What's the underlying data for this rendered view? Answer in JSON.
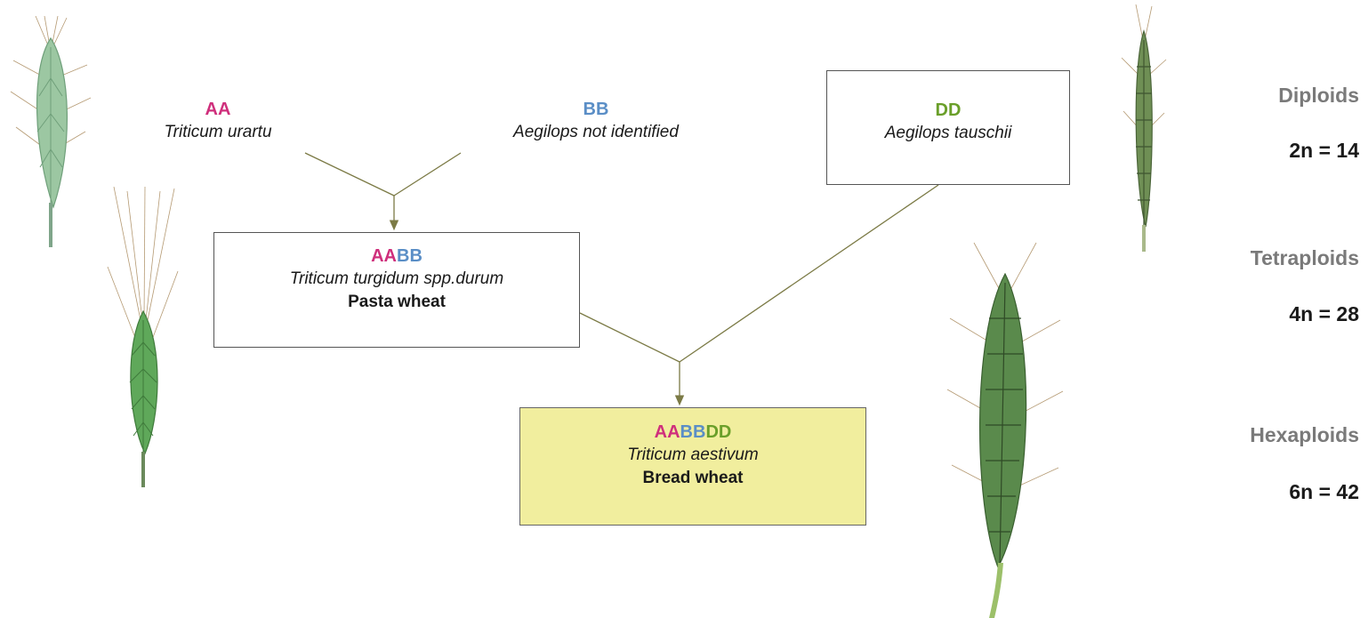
{
  "colors": {
    "genome_a": "#cf2f7c",
    "genome_b": "#5a8ec6",
    "genome_d": "#6a9f2a",
    "arrow": "#7b7a45",
    "final_box_fill": "#f1ee9e",
    "ploidy_label": "#7a7a7a"
  },
  "parents": {
    "urartu": {
      "genome": "AA",
      "species": "Triticum urartu"
    },
    "aegilops_b": {
      "genome": "BB",
      "species": "Aegilops not identified"
    },
    "tauschii": {
      "genome": "DD",
      "species": "Aegilops tauschii"
    }
  },
  "tetraploid": {
    "genome_a": "AA",
    "genome_b": "BB",
    "species": "Triticum turgidum spp.durum",
    "common": "Pasta wheat"
  },
  "hexaploid": {
    "genome_a": "AA",
    "genome_b": "BB",
    "genome_d": "DD",
    "species": "Triticum aestivum",
    "common": "Bread wheat"
  },
  "ploidy": [
    {
      "label": "Diploids",
      "count": "2n = 14"
    },
    {
      "label": "Tetraploids",
      "count": "4n = 28"
    },
    {
      "label": "Hexaploids",
      "count": "6n = 42"
    }
  ],
  "illustrations": [
    "wheat-ear-diploid-left",
    "wheat-ear-tetraploid-left",
    "wheat-ear-diploid-right",
    "wheat-ear-hexaploid-right"
  ]
}
